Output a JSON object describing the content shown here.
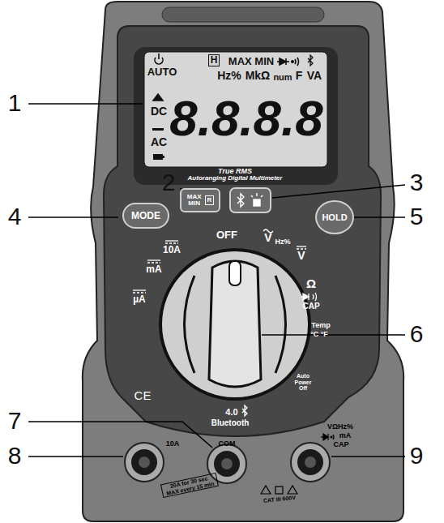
{
  "diagram": {
    "nodes": [
      {
        "text": [
          "MODE"
        ]
      },
      {
        "text": [
          "MAX MIN",
          "R"
        ]
      },
      {
        "text": [
          "HOLD"
        ]
      }
    ],
    "labels": [
      "1",
      "2",
      "3",
      "4",
      "5",
      "6",
      "7",
      "8",
      "9",
      "AUTO",
      "H",
      "MAX MIN",
      "Hz%",
      "MkΩ",
      "num",
      "F",
      "VA",
      "DC",
      "AC",
      "8.8.8.8",
      "True RMS",
      "Autoranging Digital Multimeter",
      "OFF",
      "10A",
      "mA",
      "µA",
      "V",
      "Hz%",
      "V",
      "Ω",
      "CAP",
      "Temp",
      "°C °F",
      "Auto Power Off",
      "4.0",
      "Bluetooth",
      "CE",
      "10A",
      "COM",
      "VΩHz%",
      "mA",
      "CAP",
      "20A for 30 sec MAX every 15 min",
      "CAT III 600V"
    ]
  }
}
